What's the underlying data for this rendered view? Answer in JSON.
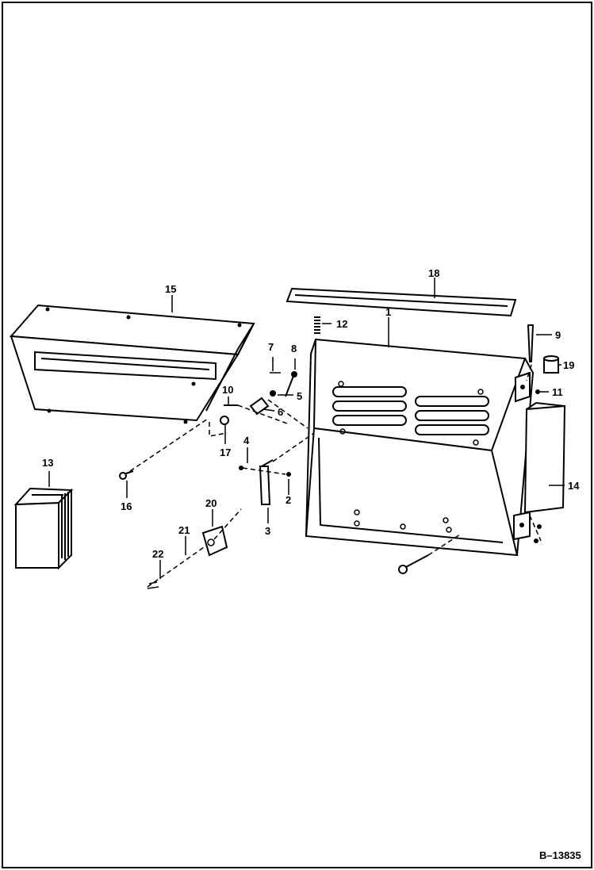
{
  "figure_id": "B–13835",
  "callouts": [
    {
      "id": "c1",
      "text": "1"
    },
    {
      "id": "c2",
      "text": "2"
    },
    {
      "id": "c3",
      "text": "3"
    },
    {
      "id": "c4",
      "text": "4"
    },
    {
      "id": "c5",
      "text": "5"
    },
    {
      "id": "c6",
      "text": "6"
    },
    {
      "id": "c7",
      "text": "7"
    },
    {
      "id": "c8",
      "text": "8"
    },
    {
      "id": "c9",
      "text": "9"
    },
    {
      "id": "c10",
      "text": "10"
    },
    {
      "id": "c11",
      "text": "11"
    },
    {
      "id": "c12",
      "text": "12"
    },
    {
      "id": "c13",
      "text": "13"
    },
    {
      "id": "c14",
      "text": "14"
    },
    {
      "id": "c15",
      "text": "15"
    },
    {
      "id": "c16",
      "text": "16"
    },
    {
      "id": "c17",
      "text": "17"
    },
    {
      "id": "c18",
      "text": "18"
    },
    {
      "id": "c19",
      "text": "19"
    },
    {
      "id": "c20",
      "text": "20"
    },
    {
      "id": "c21",
      "text": "21"
    },
    {
      "id": "c22",
      "text": "22"
    }
  ]
}
